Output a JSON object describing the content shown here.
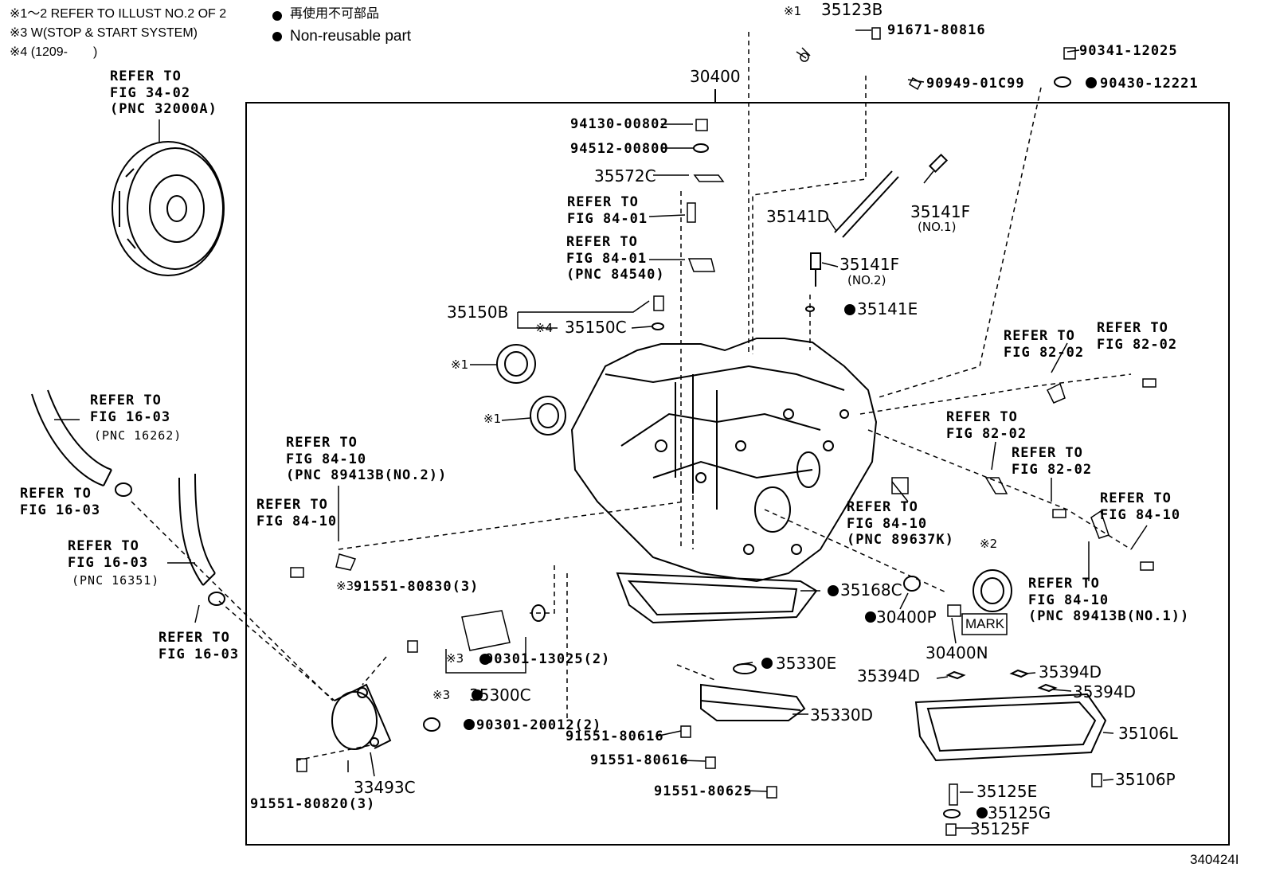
{
  "legend": {
    "notes": [
      "※1～2 REFER TO ILLUST NO.2 OF 2",
      "※3 W(STOP & START SYSTEM)",
      "※4 (1209-　　)"
    ],
    "nonreusable_jp": "再使用不可部品",
    "nonreusable_en": "Non-reusable part"
  },
  "figure_id": "340424I",
  "refs": {
    "torque_conv": "REFER TO\nFIG 34-02\n(PNC 32000A)",
    "hose_upper": "REFER TO\nFIG 16-03",
    "hose_upper_pnc": "(PNC 16262)",
    "clamp_left": "REFER TO\nFIG 16-03",
    "hose_lower": "REFER TO\nFIG 16-03",
    "hose_lower_pnc": "(PNC 16351)",
    "clamp_lower": "REFER TO\nFIG 16-03",
    "sensor_no2": "REFER TO\nFIG 84-10\n(PNC 89413B(NO.2))",
    "bolt_left": "REFER TO\nFIG 84-10",
    "bolt_top": "REFER TO\nFIG 84-01",
    "switch_top": "REFER TO\nFIG 84-01\n(PNC 84540)",
    "bracket_r1": "REFER TO\nFIG 82-02",
    "bolt_r1": "REFER TO\nFIG 82-02",
    "bracket_r2": "REFER TO\nFIG 82-02",
    "bolt_r2": "REFER TO\nFIG 82-02",
    "sensor_mid": "REFER TO\nFIG 84-10\n(PNC 89637K)",
    "bolt_r3": "REFER TO\nFIG 84-10",
    "sensor_no1": "REFER TO\nFIG 84-10\n(PNC 89413B(NO.1))"
  },
  "parts": {
    "p30400": "30400",
    "p35123B": "35123B",
    "p91671": "91671-80816",
    "p90341": "90341-12025",
    "p90949": "90949-01C99",
    "p90430": "90430-12221",
    "p94130": "94130-00802",
    "p94512": "94512-00800",
    "p35572C": "35572C",
    "p35141D": "35141D",
    "p35141F_1": "35141F",
    "p35141F_1q": "(NO.1)",
    "p35141F_2": "35141F",
    "p35141F_2q": "(NO.2)",
    "p35141E": "35141E",
    "p35150B": "35150B",
    "p35150C": "35150C",
    "p91551_80830": "91551-80830(3)",
    "p90301_13025": "90301-13025(2)",
    "p35300C": "35300C",
    "p90301_20012": "90301-20012(2)",
    "p91551_80820": "91551-80820(3)",
    "p33493C": "33493C",
    "p35168C": "35168C",
    "p30400P": "30400P",
    "p30400N": "30400N",
    "mark": "MARK",
    "p35330E": "35330E",
    "p35330D": "35330D",
    "p91551_80616a": "91551-80616",
    "p91551_80616b": "91551-80616",
    "p91551_80625": "91551-80625",
    "p35394D_a": "35394D",
    "p35394D_b": "35394D",
    "p35394D_c": "35394D",
    "p35106L": "35106L",
    "p35106P": "35106P",
    "p35125E": "35125E",
    "p35125G": "35125G",
    "p35125F": "35125F"
  },
  "marks": {
    "k1": "※1",
    "k1b": "※1",
    "k1c": "※1",
    "k2": "※2",
    "k3a": "※3",
    "k3b": "※3",
    "k3c": "※3",
    "k4": "※4"
  }
}
